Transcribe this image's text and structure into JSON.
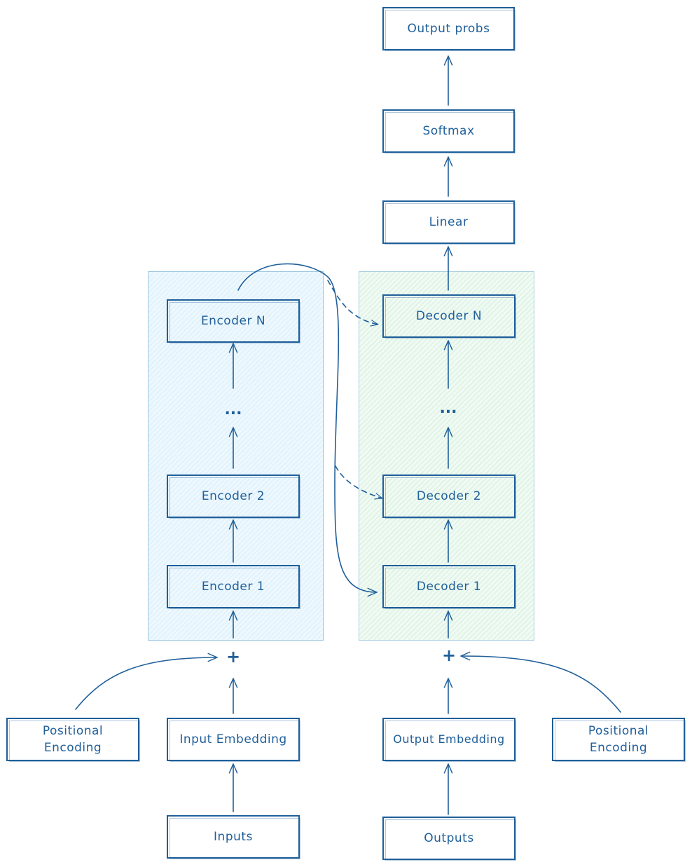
{
  "nodes": {
    "output_probs": "Output probs",
    "softmax": "Softmax",
    "linear": "Linear",
    "encoder_n": "Encoder N",
    "encoder_2": "Encoder 2",
    "encoder_1": "Encoder 1",
    "decoder_n": "Decoder N",
    "decoder_2": "Decoder 2",
    "decoder_1": "Decoder 1",
    "encoder_ellipsis": "...",
    "decoder_ellipsis": "...",
    "input_embedding": "Input Embedding",
    "output_embedding": "Output Embedding",
    "positional_encoding_left": "Positional Encoding",
    "positional_encoding_right": "Positional Encoding",
    "inputs": "Inputs",
    "outputs": "Outputs",
    "plus_left": "+",
    "plus_right": "+"
  },
  "colors": {
    "stroke": "#1f5f9a",
    "encoder_panel": "#eef8fd",
    "decoder_panel": "#f1faf4"
  }
}
